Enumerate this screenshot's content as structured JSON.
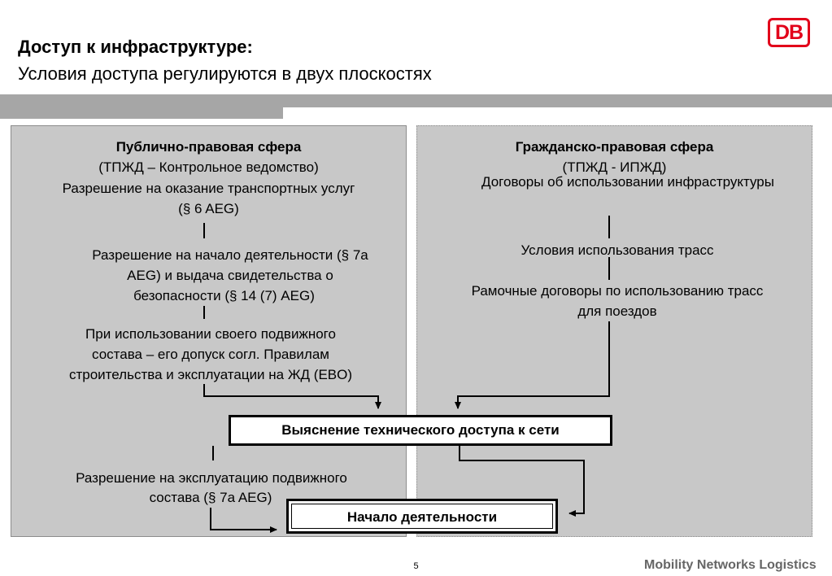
{
  "header": {
    "title": "Доступ к инфраструктуре:",
    "subtitle": "Условия доступа регулируются в двух плоскостях",
    "logo_text": "DB",
    "logo_color": "#e2001a"
  },
  "left_panel": {
    "heading": "Публично-правовая сфера",
    "authority": "(ТПЖД – Контрольное ведомство)",
    "item1": [
      "Разрешение на оказание транспортных услуг",
      "(§ 6 AEG)"
    ],
    "item2": [
      "Разрешение на начало деятельности (§ 7a",
      "AEG) и выдача свидетельства о",
      "безопасности (§ 14 (7) AEG)"
    ],
    "item3": [
      "При использовании своего подвижного",
      "состава – его допуск согл. Правилам",
      "строительства и эксплуатации на ЖД (EBO)"
    ]
  },
  "right_panel": {
    "heading": "Гражданско-правовая сфера",
    "authority": "(ТПЖД - ИПЖД)",
    "item1": "Договоры об использовании инфраструктуры",
    "item2": "Условия использования трасс",
    "item3": [
      "Рамочные договоры по использованию трасс",
      "для поездов"
    ]
  },
  "center": {
    "tech_access": "Выяснение технического доступа к сети",
    "operating_permit": [
      "Разрешение на эксплуатацию подвижного",
      "состава (§ 7a AEG)"
    ],
    "start": "Начало деятельности"
  },
  "footer": {
    "page_number": "5",
    "company": "Mobility Networks Logistics"
  }
}
